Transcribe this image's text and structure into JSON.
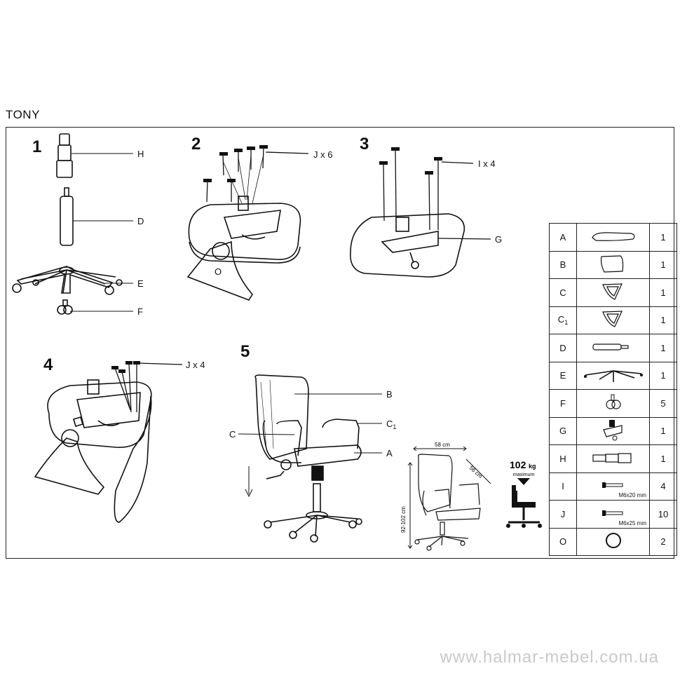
{
  "title": "TONY",
  "steps": {
    "s1": {
      "num": "1",
      "labels": [
        "H",
        "D",
        "E",
        "F"
      ]
    },
    "s2": {
      "num": "2",
      "callout": "J x 6",
      "label_o": "O"
    },
    "s3": {
      "num": "3",
      "callout": "I x 4",
      "label_g": "G"
    },
    "s4": {
      "num": "4",
      "callout": "J x 4"
    },
    "s5": {
      "num": "5",
      "labels": {
        "b": "B",
        "c1_main": "C",
        "c1_sub": "1",
        "c": "C",
        "a": "A"
      }
    }
  },
  "dims": {
    "width": "58 cm",
    "depth": "56 cm",
    "height": "92-102 cm",
    "max_load_value": "102",
    "max_load_unit": "kg",
    "max_load_caption": "maximum"
  },
  "parts": [
    {
      "letter": "A",
      "sub": "",
      "qty": "1",
      "icon": "seat-cushion-icon",
      "spec": ""
    },
    {
      "letter": "B",
      "sub": "",
      "qty": "1",
      "icon": "backrest-icon",
      "spec": ""
    },
    {
      "letter": "C",
      "sub": "",
      "qty": "1",
      "icon": "armrest-icon",
      "spec": ""
    },
    {
      "letter": "C",
      "sub": "1",
      "qty": "1",
      "icon": "armrest-icon",
      "spec": ""
    },
    {
      "letter": "D",
      "sub": "",
      "qty": "1",
      "icon": "gas-lift-icon",
      "spec": ""
    },
    {
      "letter": "E",
      "sub": "",
      "qty": "1",
      "icon": "star-base-icon",
      "spec": ""
    },
    {
      "letter": "F",
      "sub": "",
      "qty": "5",
      "icon": "caster-icon",
      "spec": ""
    },
    {
      "letter": "G",
      "sub": "",
      "qty": "1",
      "icon": "mechanism-icon",
      "spec": ""
    },
    {
      "letter": "H",
      "sub": "",
      "qty": "1",
      "icon": "gas-lift-cover-icon",
      "spec": ""
    },
    {
      "letter": "I",
      "sub": "",
      "qty": "4",
      "icon": "bolt-icon",
      "spec": "M6x20 mm"
    },
    {
      "letter": "J",
      "sub": "",
      "qty": "10",
      "icon": "bolt-icon",
      "spec": "M6x25 mm"
    },
    {
      "letter": "O",
      "sub": "",
      "qty": "2",
      "icon": "ring-icon",
      "spec": ""
    }
  ],
  "watermark": "www.halmar-mebel.com.ua"
}
